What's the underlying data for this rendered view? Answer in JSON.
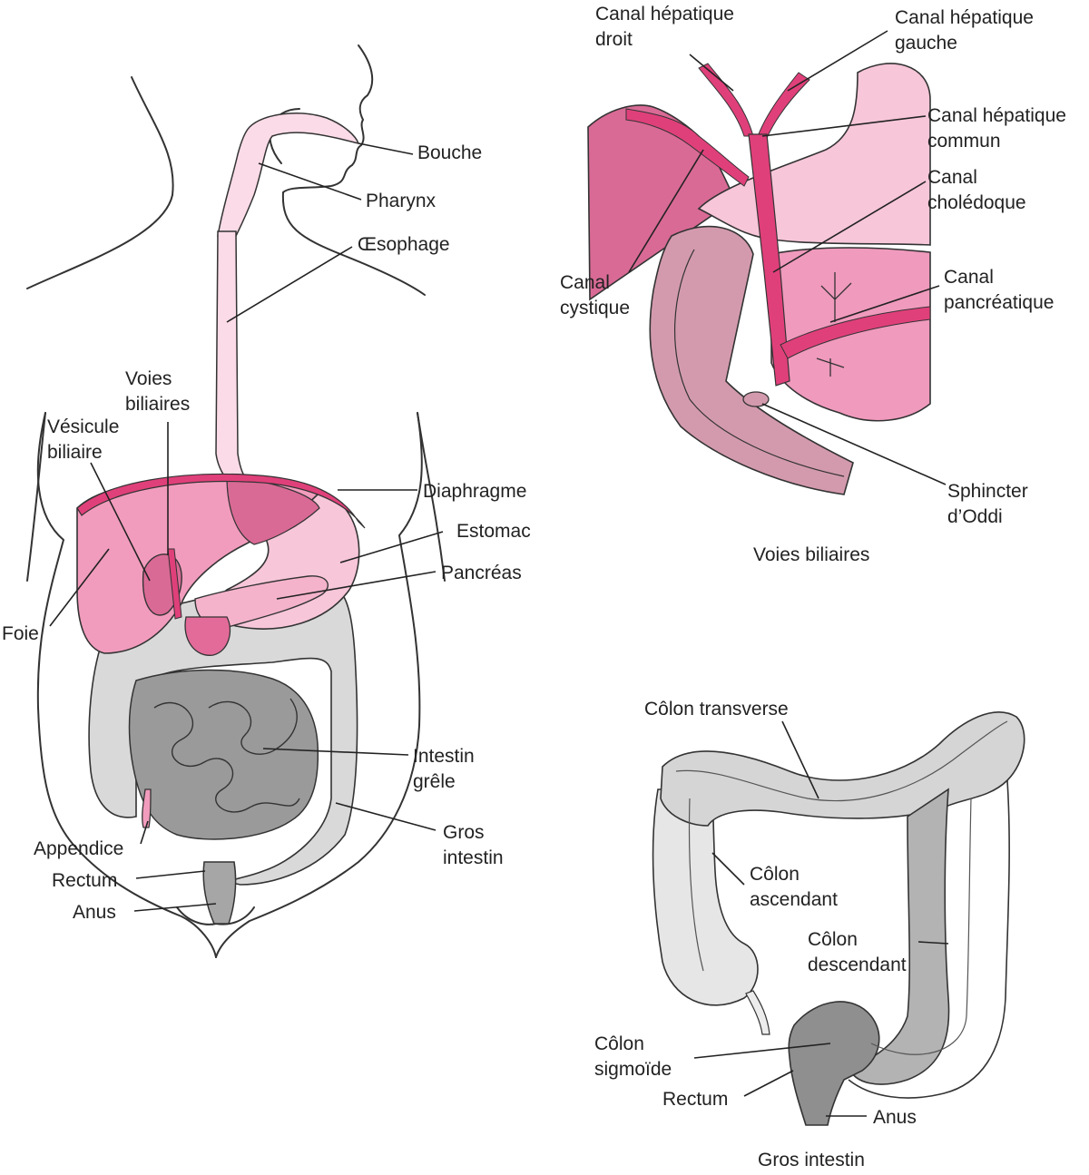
{
  "colors": {
    "pink_light": "#f7c6d9",
    "pink_mid": "#f29cbd",
    "pink_dark": "#d96a95",
    "magenta": "#e0407a",
    "gray_light": "#dedede",
    "gray_mid": "#b5b5b5",
    "gray_dark": "#8f8f8f",
    "outline": "#333333"
  },
  "body": {
    "bouche": "Bouche",
    "pharynx": "Pharynx",
    "oesophage": "Œsophage",
    "voies_biliaires": [
      "Voies",
      "biliaires"
    ],
    "vesicule_biliaire": [
      "Vésicule",
      "biliaire"
    ],
    "diaphragme": "Diaphragme",
    "estomac": "Estomac",
    "pancreas": "Pancréas",
    "foie": "Foie",
    "intestin_grele": [
      "Intestin",
      "grêle"
    ],
    "gros_intestin": [
      "Gros",
      "intestin"
    ],
    "appendice": "Appendice",
    "rectum": "Rectum",
    "anus": "Anus"
  },
  "bile": {
    "canal_hepatique_droit": [
      "Canal hépatique",
      "droit"
    ],
    "canal_hepatique_gauche": [
      "Canal hépatique",
      "gauche"
    ],
    "canal_hepatique_commun": [
      "Canal hépatique",
      "commun"
    ],
    "canal_choledoque": [
      "Canal",
      "cholédoque"
    ],
    "canal_cystique": [
      "Canal",
      "cystique"
    ],
    "canal_pancreatique": [
      "Canal",
      "pancréatique"
    ],
    "sphincter_oddi": [
      "Sphincter",
      "d’Oddi"
    ],
    "caption": "Voies biliaires"
  },
  "colon": {
    "colon_transverse": "Côlon transverse",
    "colon_ascendant": [
      "Côlon",
      "ascendant"
    ],
    "colon_descendant": [
      "Côlon",
      "descendant"
    ],
    "colon_sigmoide": [
      "Côlon",
      "sigmoïde"
    ],
    "rectum": "Rectum",
    "anus": "Anus",
    "caption": "Gros intestin"
  }
}
